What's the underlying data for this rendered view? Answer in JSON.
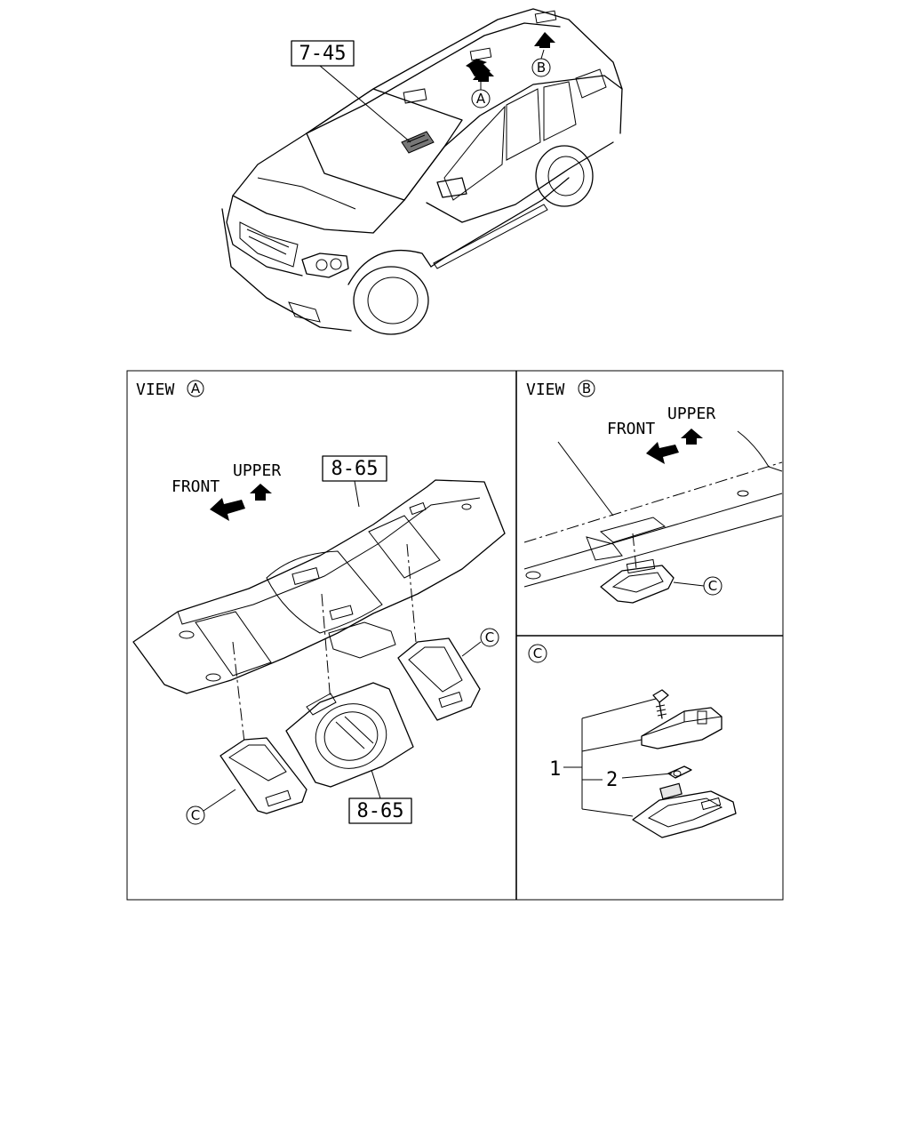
{
  "overview": {
    "ref_box": "7-45",
    "view_markers": [
      "A",
      "B"
    ]
  },
  "panels": {
    "view_a": {
      "title_prefix": "VIEW",
      "title_marker": "A",
      "direction_front": "FRONT",
      "direction_upper": "UPPER",
      "ref_top": "8-65",
      "ref_bottom": "8-65",
      "callouts": [
        "C",
        "C"
      ]
    },
    "view_b": {
      "title_prefix": "VIEW",
      "title_marker": "B",
      "direction_front": "FRONT",
      "direction_upper": "UPPER",
      "callout": "C"
    },
    "detail_c": {
      "title_marker": "C",
      "part_1": "1",
      "part_2": "2"
    }
  }
}
